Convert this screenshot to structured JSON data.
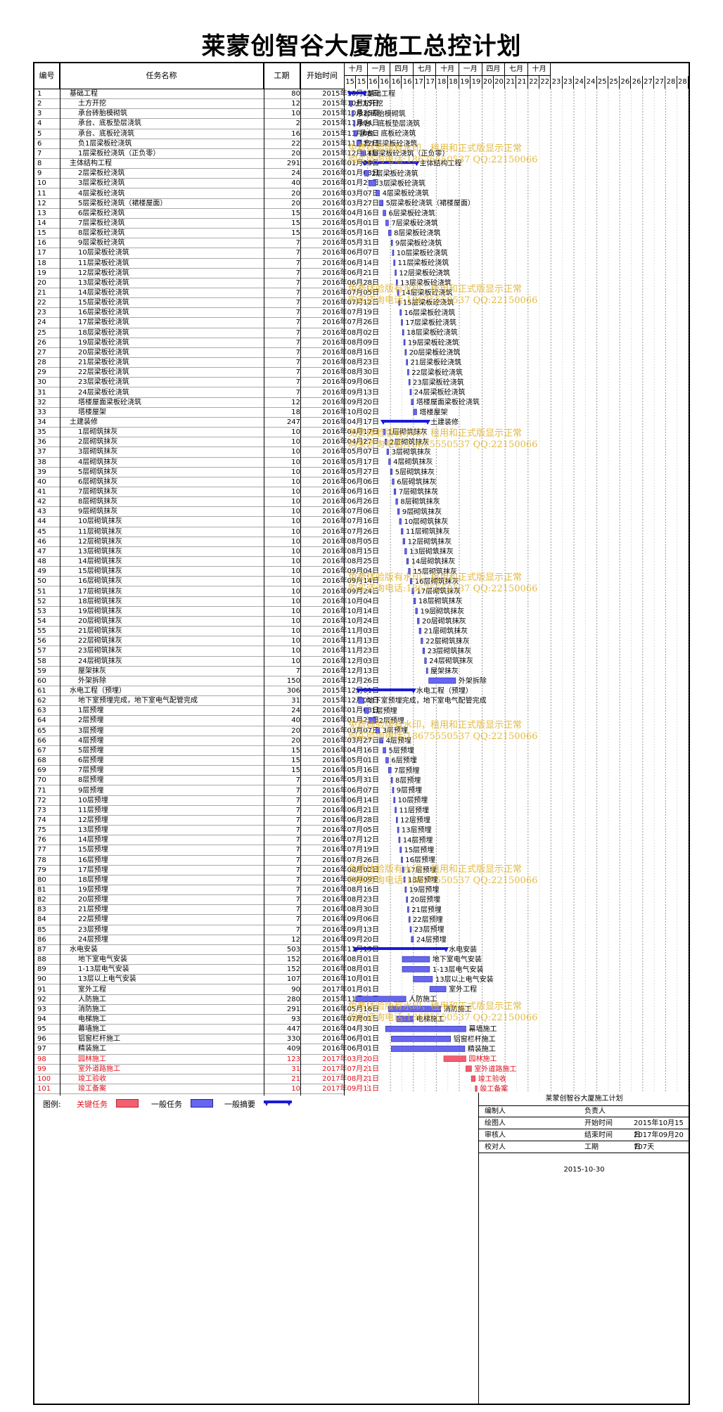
{
  "title": "莱蒙创智谷大厦施工总控计划",
  "columns": {
    "id": "编号",
    "name": "任务名称",
    "duration": "工期",
    "start": "开始时间"
  },
  "timeline": {
    "top": [
      "十月",
      "一月",
      "四月",
      "七月",
      "十月",
      "一月",
      "四月",
      "七月",
      "十月"
    ],
    "bottom": [
      "15",
      "15",
      "16",
      "16",
      "16",
      "16",
      "17",
      "17",
      "18",
      "18",
      "19",
      "19",
      "20",
      "20",
      "21",
      "21",
      "22",
      "22",
      "23",
      "23",
      "24",
      "24",
      "25",
      "25",
      "26",
      "26",
      "27",
      "27",
      "28",
      "28"
    ]
  },
  "tasks": [
    [
      "1",
      "基础工程",
      "80",
      "2015年10月15日",
      "s"
    ],
    [
      "2",
      "土方开挖",
      "12",
      "2015年10月15日",
      "t"
    ],
    [
      "3",
      "承台砖胎模砌筑",
      "10",
      "2015年10月25日",
      "t"
    ],
    [
      "4",
      "承台、底板垫层浇筑",
      "2",
      "2015年11月04日",
      "t"
    ],
    [
      "5",
      "承台、底板砼浇筑",
      "16",
      "2015年11月06日",
      "t"
    ],
    [
      "6",
      "负1层梁板砼浇筑",
      "22",
      "2015年11月22日",
      "t"
    ],
    [
      "7",
      "1层梁板砼浇筑（正负零）",
      "20",
      "2015年12月14日",
      "t"
    ],
    [
      "8",
      "主体结构工程",
      "291",
      "2016年01月03日",
      "s"
    ],
    [
      "9",
      "2层梁板砼浇筑",
      "24",
      "2016年01月03日",
      "t"
    ],
    [
      "10",
      "3层梁板砼浇筑",
      "40",
      "2016年01月27日",
      "t"
    ],
    [
      "11",
      "4层梁板砼浇筑",
      "20",
      "2016年03月07日",
      "t"
    ],
    [
      "12",
      "5层梁板砼浇筑（裙楼屋面）",
      "20",
      "2016年03月27日",
      "t"
    ],
    [
      "13",
      "6层梁板砼浇筑",
      "15",
      "2016年04月16日",
      "t"
    ],
    [
      "14",
      "7层梁板砼浇筑",
      "15",
      "2016年05月01日",
      "t"
    ],
    [
      "15",
      "8层梁板砼浇筑",
      "15",
      "2016年05月16日",
      "t"
    ],
    [
      "16",
      "9层梁板砼浇筑",
      "7",
      "2016年05月31日",
      "t"
    ],
    [
      "17",
      "10层梁板砼浇筑",
      "7",
      "2016年06月07日",
      "t"
    ],
    [
      "18",
      "11层梁板砼浇筑",
      "7",
      "2016年06月14日",
      "t"
    ],
    [
      "19",
      "12层梁板砼浇筑",
      "7",
      "2016年06月21日",
      "t"
    ],
    [
      "20",
      "13层梁板砼浇筑",
      "7",
      "2016年06月28日",
      "t"
    ],
    [
      "21",
      "14层梁板砼浇筑",
      "7",
      "2016年07月05日",
      "t"
    ],
    [
      "22",
      "15层梁板砼浇筑",
      "7",
      "2016年07月12日",
      "t"
    ],
    [
      "23",
      "16层梁板砼浇筑",
      "7",
      "2016年07月19日",
      "t"
    ],
    [
      "24",
      "17层梁板砼浇筑",
      "7",
      "2016年07月26日",
      "t"
    ],
    [
      "25",
      "18层梁板砼浇筑",
      "7",
      "2016年08月02日",
      "t"
    ],
    [
      "26",
      "19层梁板砼浇筑",
      "7",
      "2016年08月09日",
      "t"
    ],
    [
      "27",
      "20层梁板砼浇筑",
      "7",
      "2016年08月16日",
      "t"
    ],
    [
      "28",
      "21层梁板砼浇筑",
      "7",
      "2016年08月23日",
      "t"
    ],
    [
      "29",
      "22层梁板砼浇筑",
      "7",
      "2016年08月30日",
      "t"
    ],
    [
      "30",
      "23层梁板砼浇筑",
      "7",
      "2016年09月06日",
      "t"
    ],
    [
      "31",
      "24层梁板砼浇筑",
      "7",
      "2016年09月13日",
      "t"
    ],
    [
      "32",
      "塔楼屋面梁板砼浇筑",
      "12",
      "2016年09月20日",
      "t"
    ],
    [
      "33",
      "塔楼屋架",
      "18",
      "2016年10月02日",
      "t"
    ],
    [
      "34",
      "土建装修",
      "247",
      "2016年04月17日",
      "s"
    ],
    [
      "35",
      "1层砌筑抹灰",
      "10",
      "2016年04月17日",
      "t"
    ],
    [
      "36",
      "2层砌筑抹灰",
      "10",
      "2016年04月27日",
      "t"
    ],
    [
      "37",
      "3层砌筑抹灰",
      "10",
      "2016年05月07日",
      "t"
    ],
    [
      "38",
      "4层砌筑抹灰",
      "10",
      "2016年05月17日",
      "t"
    ],
    [
      "39",
      "5层砌筑抹灰",
      "10",
      "2016年05月27日",
      "t"
    ],
    [
      "40",
      "6层砌筑抹灰",
      "10",
      "2016年06月06日",
      "t"
    ],
    [
      "41",
      "7层砌筑抹灰",
      "10",
      "2016年06月16日",
      "t"
    ],
    [
      "42",
      "8层砌筑抹灰",
      "10",
      "2016年06月26日",
      "t"
    ],
    [
      "43",
      "9层砌筑抹灰",
      "10",
      "2016年07月06日",
      "t"
    ],
    [
      "44",
      "10层砌筑抹灰",
      "10",
      "2016年07月16日",
      "t"
    ],
    [
      "45",
      "11层砌筑抹灰",
      "10",
      "2016年07月26日",
      "t"
    ],
    [
      "46",
      "12层砌筑抹灰",
      "10",
      "2016年08月05日",
      "t"
    ],
    [
      "47",
      "13层砌筑抹灰",
      "10",
      "2016年08月15日",
      "t"
    ],
    [
      "48",
      "14层砌筑抹灰",
      "10",
      "2016年08月25日",
      "t"
    ],
    [
      "49",
      "15层砌筑抹灰",
      "10",
      "2016年09月04日",
      "t"
    ],
    [
      "50",
      "16层砌筑抹灰",
      "10",
      "2016年09月14日",
      "t"
    ],
    [
      "51",
      "17层砌筑抹灰",
      "10",
      "2016年09月24日",
      "t"
    ],
    [
      "52",
      "18层砌筑抹灰",
      "10",
      "2016年10月04日",
      "t"
    ],
    [
      "53",
      "19层砌筑抹灰",
      "10",
      "2016年10月14日",
      "t"
    ],
    [
      "54",
      "20层砌筑抹灰",
      "10",
      "2016年10月24日",
      "t"
    ],
    [
      "55",
      "21层砌筑抹灰",
      "10",
      "2016年11月03日",
      "t"
    ],
    [
      "56",
      "22层砌筑抹灰",
      "10",
      "2016年11月13日",
      "t"
    ],
    [
      "57",
      "23层砌筑抹灰",
      "10",
      "2016年11月23日",
      "t"
    ],
    [
      "58",
      "24层砌筑抹灰",
      "10",
      "2016年12月03日",
      "t"
    ],
    [
      "59",
      "屋架抹灰",
      "7",
      "2016年12月13日",
      "t"
    ],
    [
      "60",
      "外架拆除",
      "150",
      "2016年12月26日",
      "t"
    ],
    [
      "61",
      "水电工程（预埋）",
      "306",
      "2015年12月01日",
      "s"
    ],
    [
      "62",
      "地下室预埋完成，地下室电气配管完成",
      "31",
      "2015年12月01日",
      "t"
    ],
    [
      "63",
      "1层预埋",
      "24",
      "2016年01月03日",
      "t"
    ],
    [
      "64",
      "2层预埋",
      "40",
      "2016年01月27日",
      "t"
    ],
    [
      "65",
      "3层预埋",
      "20",
      "2016年03月07日",
      "t"
    ],
    [
      "66",
      "4层预埋",
      "20",
      "2016年03月27日",
      "t"
    ],
    [
      "67",
      "5层预埋",
      "15",
      "2016年04月16日",
      "t"
    ],
    [
      "68",
      "6层预埋",
      "15",
      "2016年05月01日",
      "t"
    ],
    [
      "69",
      "7层预埋",
      "15",
      "2016年05月16日",
      "t"
    ],
    [
      "70",
      "8层预埋",
      "7",
      "2016年05月31日",
      "t"
    ],
    [
      "71",
      "9层预埋",
      "7",
      "2016年06月07日",
      "t"
    ],
    [
      "72",
      "10层预埋",
      "7",
      "2016年06月14日",
      "t"
    ],
    [
      "73",
      "11层预埋",
      "7",
      "2016年06月21日",
      "t"
    ],
    [
      "74",
      "12层预埋",
      "7",
      "2016年06月28日",
      "t"
    ],
    [
      "75",
      "13层预埋",
      "7",
      "2016年07月05日",
      "t"
    ],
    [
      "76",
      "14层预埋",
      "7",
      "2016年07月12日",
      "t"
    ],
    [
      "77",
      "15层预埋",
      "7",
      "2016年07月19日",
      "t"
    ],
    [
      "78",
      "16层预埋",
      "7",
      "2016年07月26日",
      "t"
    ],
    [
      "79",
      "17层预埋",
      "7",
      "2016年08月02日",
      "t"
    ],
    [
      "80",
      "18层预埋",
      "7",
      "2016年08月09日",
      "t"
    ],
    [
      "81",
      "19层预埋",
      "7",
      "2016年08月16日",
      "t"
    ],
    [
      "82",
      "20层预埋",
      "7",
      "2016年08月23日",
      "t"
    ],
    [
      "83",
      "21层预埋",
      "7",
      "2016年08月30日",
      "t"
    ],
    [
      "84",
      "22层预埋",
      "7",
      "2016年09月06日",
      "t"
    ],
    [
      "85",
      "23层预埋",
      "7",
      "2016年09月13日",
      "t"
    ],
    [
      "86",
      "24层预埋",
      "12",
      "2016年09月20日",
      "t"
    ],
    [
      "87",
      "水电安装",
      "503",
      "2015年11月15日",
      "s"
    ],
    [
      "88",
      "地下室电气安装",
      "152",
      "2016年08月01日",
      "t"
    ],
    [
      "89",
      "1-13层电气安装",
      "152",
      "2016年08月01日",
      "t"
    ],
    [
      "90",
      "13层以上电气安装",
      "107",
      "2016年10月01日",
      "t"
    ],
    [
      "91",
      "室外工程",
      "90",
      "2017年01月01日",
      "t"
    ],
    [
      "92",
      "人防施工",
      "280",
      "2015年11月15日",
      "t"
    ],
    [
      "93",
      "消防施工",
      "291",
      "2016年05月16日",
      "t"
    ],
    [
      "94",
      "电梯施工",
      "93",
      "2016年07月01日",
      "t"
    ],
    [
      "95",
      "幕墙施工",
      "447",
      "2016年04月30日",
      "t"
    ],
    [
      "96",
      "铝窗栏杆施工",
      "330",
      "2016年06月01日",
      "t"
    ],
    [
      "97",
      "精装施工",
      "409",
      "2016年06月01日",
      "t"
    ],
    [
      "98",
      "园林施工",
      "123",
      "2017年03月20日",
      "c"
    ],
    [
      "99",
      "室外道路施工",
      "31",
      "2017年07月21日",
      "c"
    ],
    [
      "100",
      "竣工验收",
      "21",
      "2017年08月21日",
      "c"
    ],
    [
      "101",
      "竣工备案",
      "10",
      "2017年09月11日",
      "c"
    ]
  ],
  "legend": {
    "label": "图例:",
    "critical": "关键任务",
    "normal": "一般任务",
    "summary": "一般摘要"
  },
  "signoff": {
    "plan_title": "莱蒙创智谷大厦施工计划",
    "rows": [
      [
        "编制人",
        "",
        "负责人",
        ""
      ],
      [
        "绘图人",
        "",
        "开始时间",
        "2015年10月15日"
      ],
      [
        "审核人",
        "",
        "结束时间",
        "2017年09月20日"
      ],
      [
        "校对人",
        "",
        "工期",
        "707天"
      ]
    ],
    "date": "2015-10-30"
  },
  "watermark": {
    "line1": "免费体验版有水印，租用和正式版显示正常",
    "line2": "购买咨询电话:18675550537 QQ:22150066"
  },
  "colors": {
    "normal": "#6666ee",
    "summary": "#1a1ad8",
    "critical": "#f06070"
  }
}
